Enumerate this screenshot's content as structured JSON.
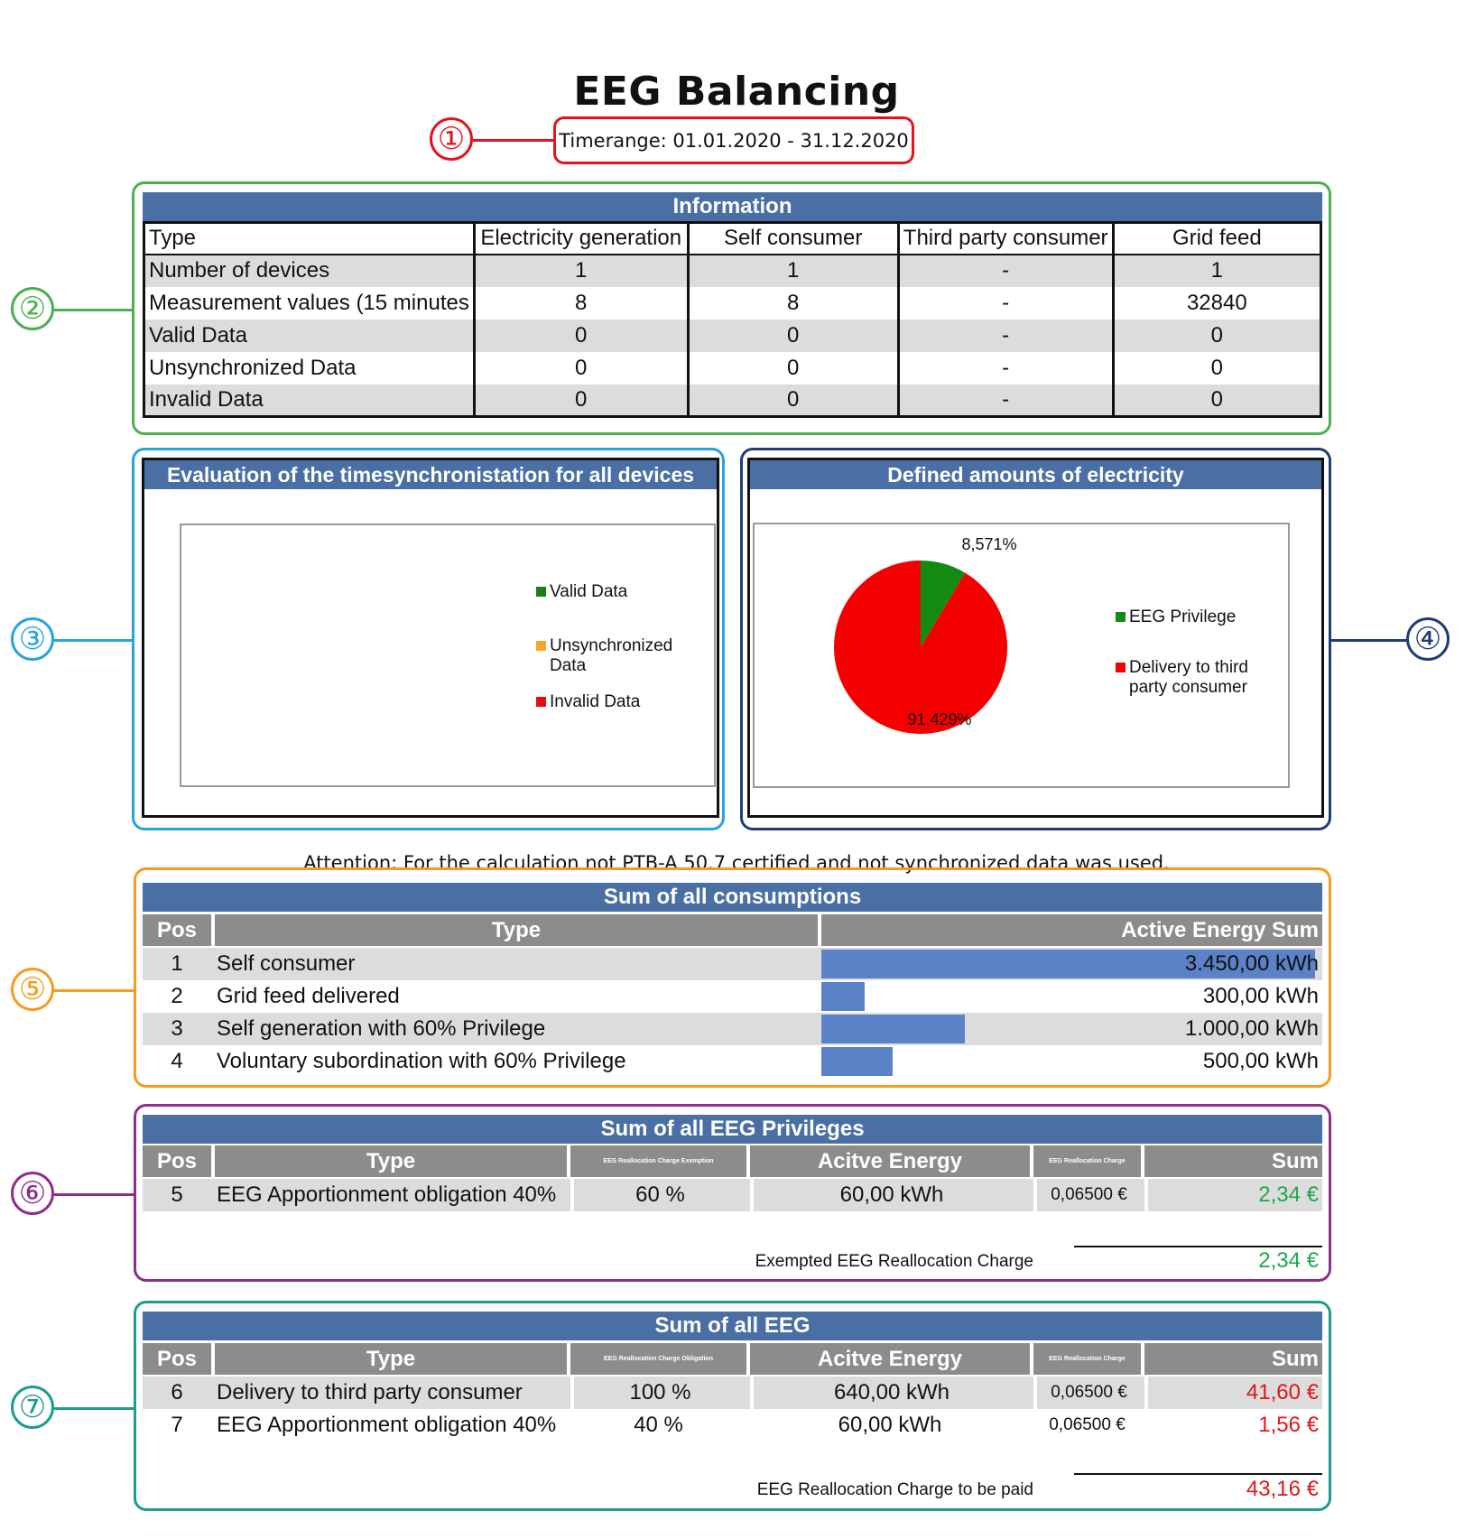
{
  "title": "EEG Balancing",
  "timerange": "Timerange: 01.01.2020 - 31.12.2020",
  "markers": [
    "①",
    "②",
    "③",
    "④",
    "⑤",
    "⑥",
    "⑦"
  ],
  "colors": {
    "marker1": "#e0151c",
    "marker2": "#4caf50",
    "marker3": "#29a3dc",
    "marker4": "#1f3c78",
    "marker5": "#f59c1a",
    "marker6": "#8e2e8a",
    "marker7": "#1c9c8a",
    "header_blue": "#4a6fa5",
    "bar_blue": "#5b82c7",
    "header_grey": "#8c8c8c"
  },
  "information": {
    "title": "Information",
    "columns": [
      "Type",
      "Electricity generation",
      "Self consumer",
      "Third party consumer",
      "Grid feed"
    ],
    "rows": [
      [
        "Number of devices",
        "1",
        "1",
        "-",
        "1"
      ],
      [
        "Measurement values (15 minutes",
        "8",
        "8",
        "-",
        "32840"
      ],
      [
        "Valid Data",
        "0",
        "0",
        "-",
        "0"
      ],
      [
        "Unsynchronized Data",
        "0",
        "0",
        "-",
        "0"
      ],
      [
        "Invalid Data",
        "0",
        "0",
        "-",
        "0"
      ]
    ]
  },
  "timesync_panel": {
    "title": "Evaluation of the timesynchronistation for all devices",
    "legend": [
      {
        "label": "Valid Data",
        "color": "#1a7f1a"
      },
      {
        "label": "Unsynchronized Data",
        "color": "#f5a623"
      },
      {
        "label": "Invalid Data",
        "color": "#e01010"
      }
    ]
  },
  "chart_data": {
    "type": "pie",
    "title": "Defined amounts of electricity",
    "slices": [
      {
        "label": "EEG Privilege",
        "value": 8.571,
        "display": "8,571%",
        "color": "#138a13"
      },
      {
        "label": "Delivery to third party consumer",
        "value": 91.429,
        "display": "91,429%",
        "color": "#f50000"
      }
    ]
  },
  "attention": "Attention: For the calculation not PTB-A 50.7 certified and not synchronized data was used.",
  "consumptions": {
    "title": "Sum of all consumptions",
    "columns": [
      "Pos",
      "Type",
      "Active Energy Sum"
    ],
    "rows": [
      {
        "pos": "1",
        "type": "Self consumer",
        "value": "3.450,00 kWh",
        "amount": 3450
      },
      {
        "pos": "2",
        "type": "Grid feed delivered",
        "value": "300,00 kWh",
        "amount": 300
      },
      {
        "pos": "3",
        "type": "Self generation with 60% Privilege",
        "value": "1.000,00 kWh",
        "amount": 1000
      },
      {
        "pos": "4",
        "type": "Voluntary subordination with 60% Privilege",
        "value": "500,00 kWh",
        "amount": 500
      }
    ]
  },
  "privileges": {
    "title": "Sum of all EEG Privileges",
    "columns": [
      "Pos",
      "Type",
      "EEG Reallocation Charge Exemption",
      "Acitve Energy",
      "EEG Reallocation Charge",
      "Sum"
    ],
    "rows": [
      [
        "5",
        "EEG Apportionment obligation 40%",
        "60 %",
        "60,00 kWh",
        "0,06500 €",
        "2,34 €"
      ]
    ],
    "total_label": "Exempted EEG Reallocation Charge",
    "total_value": "2,34 €"
  },
  "eeg": {
    "title": "Sum of all EEG",
    "columns": [
      "Pos",
      "Type",
      "EEG Reallocation Charge Obligation",
      "Acitve Energy",
      "EEG Reallocation Charge",
      "Sum"
    ],
    "rows": [
      [
        "6",
        "Delivery to third party consumer",
        "100 %",
        "640,00 kWh",
        "0,06500 €",
        "41,60 €"
      ],
      [
        "7",
        "EEG Apportionment obligation 40%",
        "40 %",
        "60,00 kWh",
        "0,06500 €",
        "1,56 €"
      ]
    ],
    "total_label": "EEG Reallocation Charge to be paid",
    "total_value": "43,16 €"
  }
}
